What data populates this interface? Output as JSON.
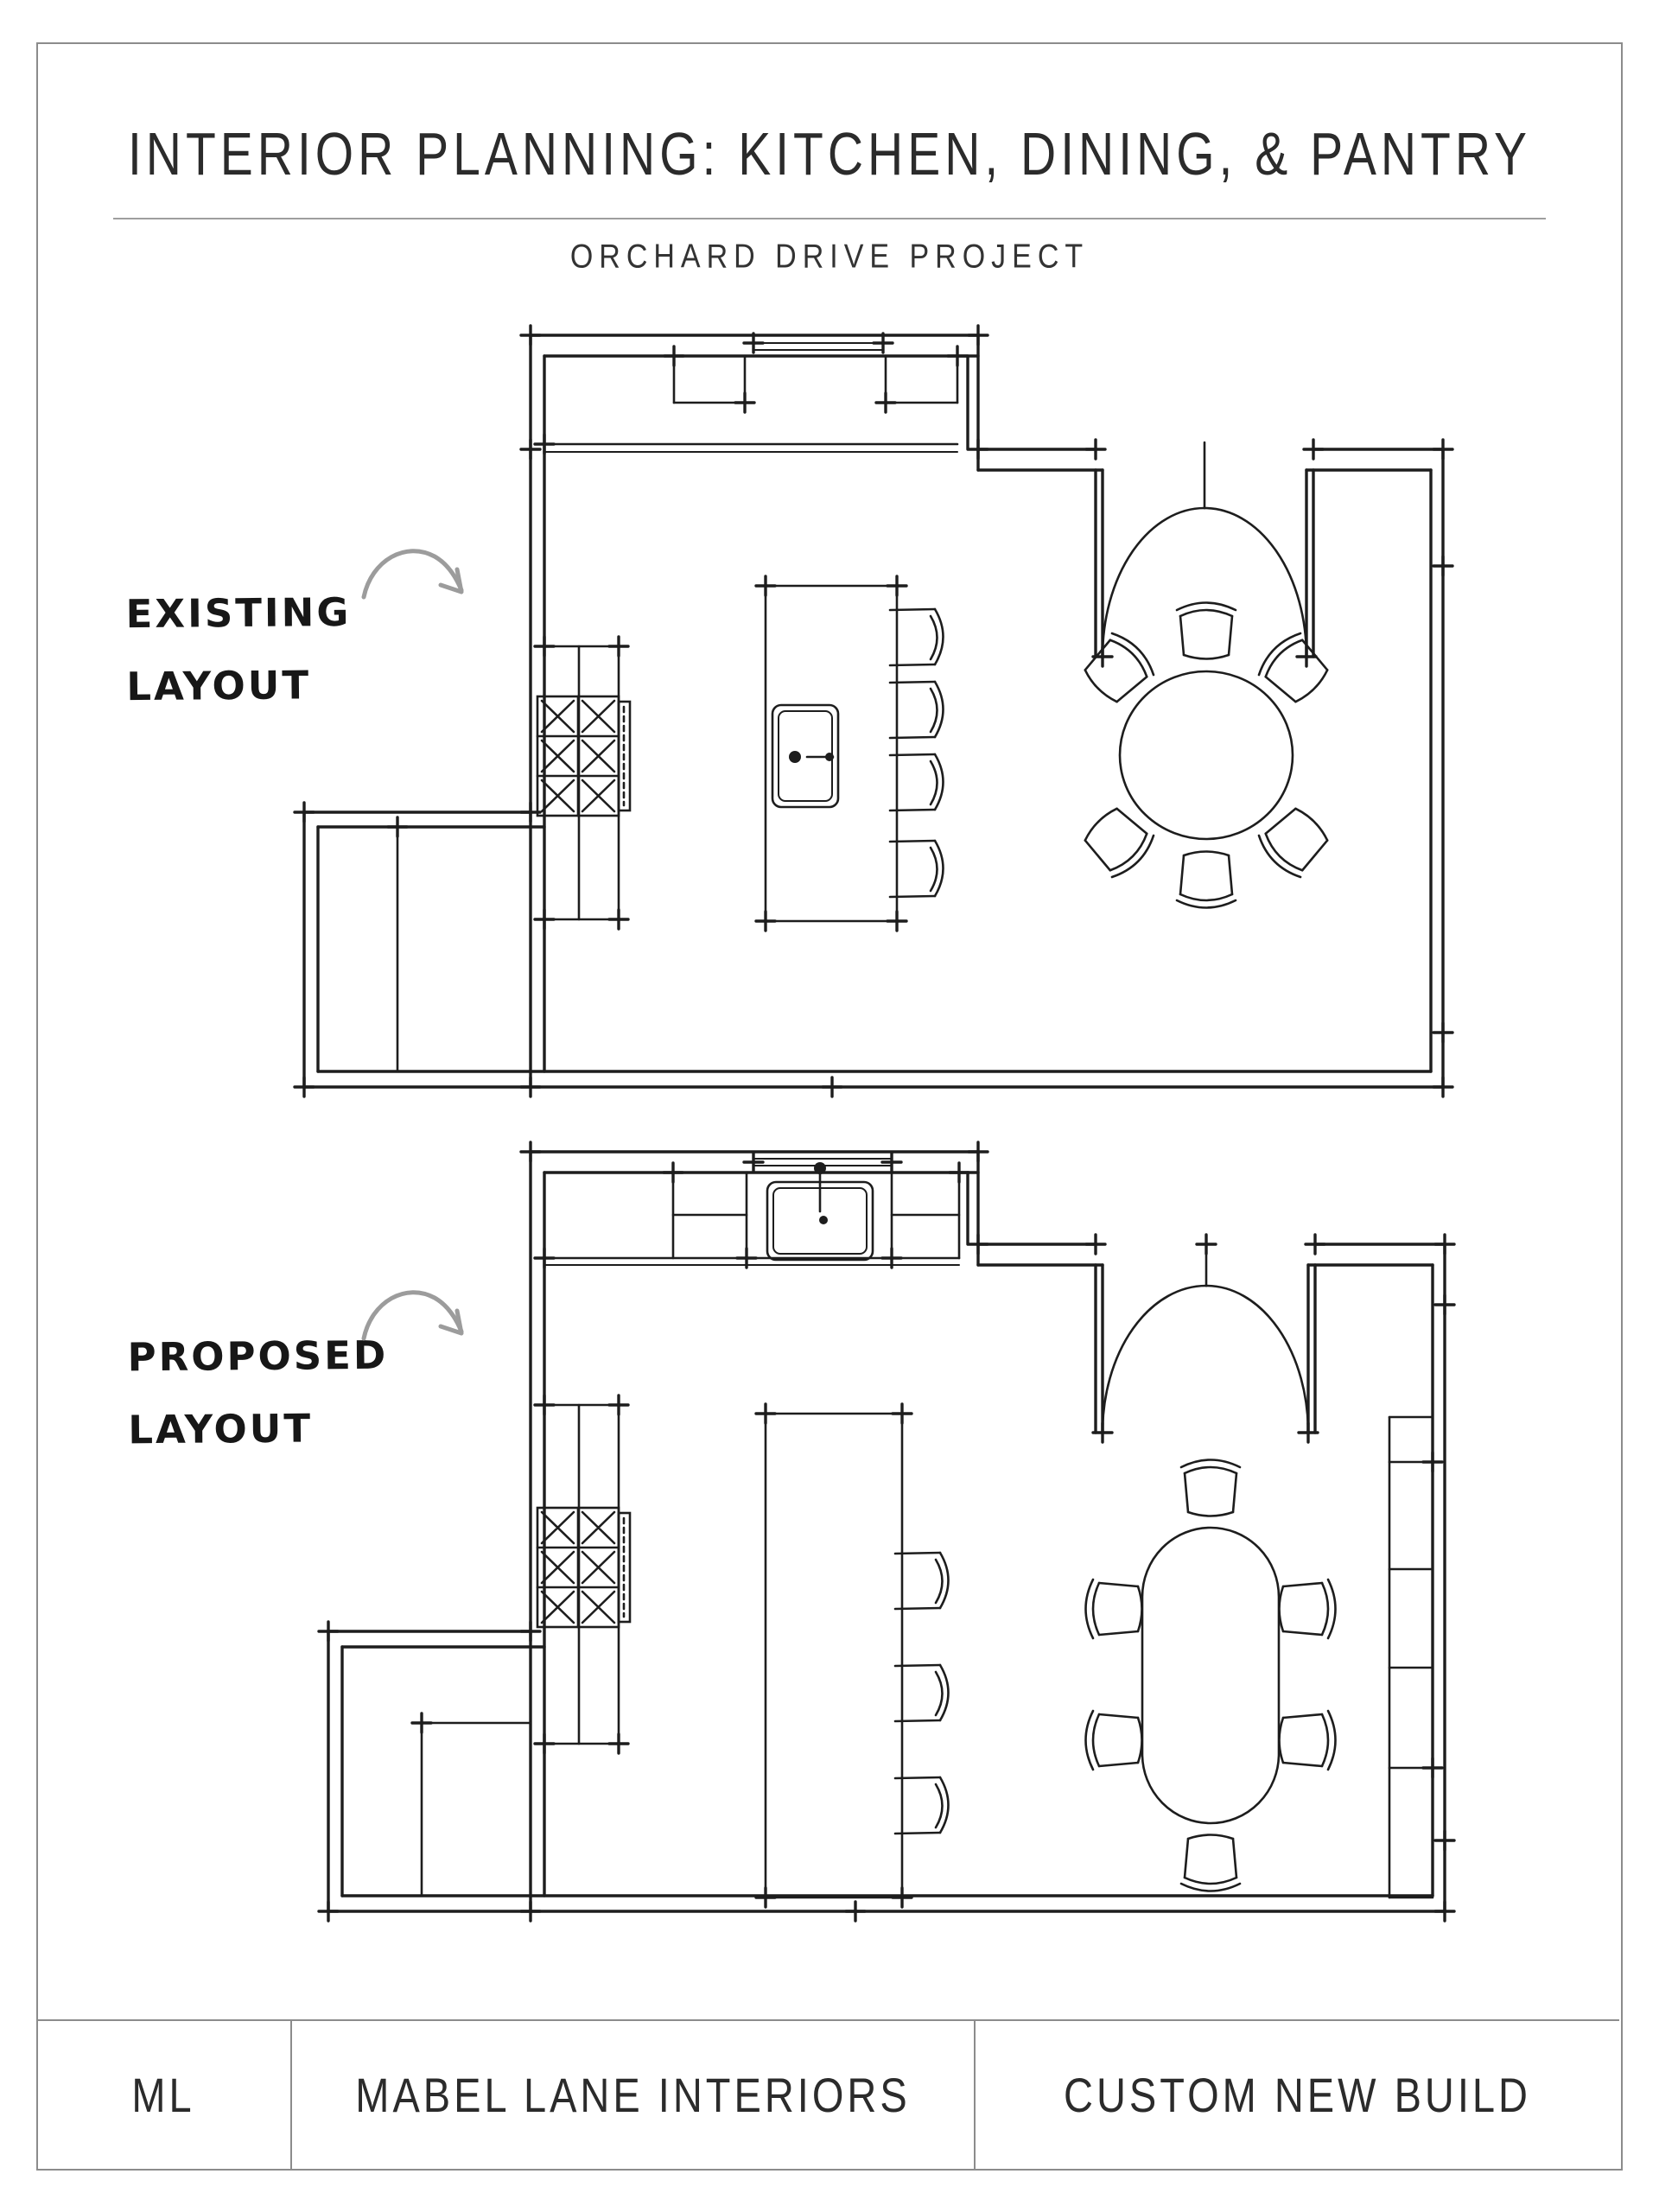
{
  "page": {
    "title": "INTERIOR PLANNING: KITCHEN, DINING, & PANTRY",
    "subtitle": "ORCHARD DRIVE PROJECT"
  },
  "plans": [
    {
      "id": "existing",
      "label_line1": "EXISTING",
      "label_line2": "LAYOUT",
      "features": [
        "walls",
        "windows",
        "double-door-entry",
        "walk-in-pantry",
        "range-stove",
        "island-with-sink-and-faucet",
        "four-counter-stools",
        "round-dining-table-with-six-chairs",
        "perimeter-counter"
      ]
    },
    {
      "id": "proposed",
      "label_line1": "PROPOSED",
      "label_line2": "LAYOUT",
      "features": [
        "walls",
        "window-over-sink",
        "double-door-entry",
        "walk-in-pantry",
        "range-stove",
        "large-island",
        "three-counter-stools",
        "oval-dining-table-with-six-chairs",
        "tall-pantry-cabinets"
      ]
    }
  ],
  "footer": {
    "initials": "ML",
    "firm": "MABEL LANE INTERIORS",
    "project_type": "CUSTOM NEW BUILD"
  },
  "colors": {
    "ink": "#1d1d1d",
    "frame_gray": "#8c8c8c",
    "rule_gray": "#9e9e9e",
    "arrow_gray": "#9c9c9c",
    "paper": "#ffffff"
  }
}
